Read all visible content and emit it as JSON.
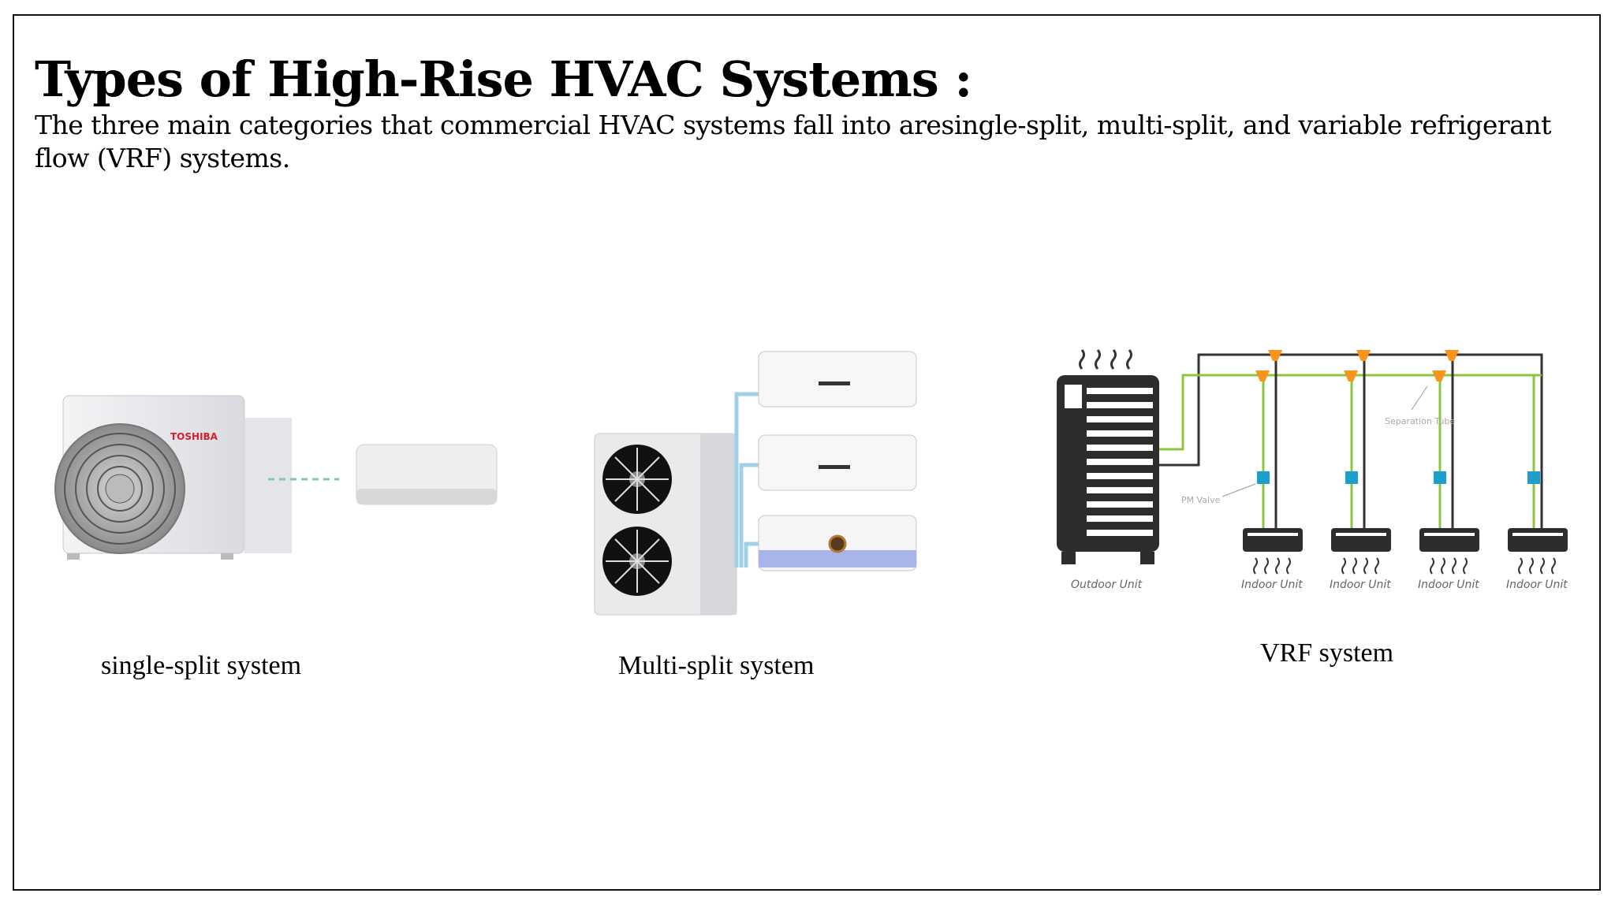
{
  "slide": {
    "title": "Types of High-Rise HVAC Systems :",
    "description": "The three main categories that commercial HVAC systems fall into aresingle-split, multi-split, and variable refrigerant flow (VRF) systems."
  },
  "systems": [
    {
      "caption": "single-split system",
      "brand_label": "TOSHIBA"
    },
    {
      "caption": "Multi-split system"
    },
    {
      "caption": "VRF system",
      "diagram_labels": {
        "outdoor_unit": "Outdoor Unit",
        "indoor_unit": "Indoor Unit",
        "separation_tube": "Separation Tube",
        "pm_valve": "PM Valve"
      }
    }
  ],
  "colors": {
    "pipe_green": "#8cc63f",
    "pipe_dark": "#333333",
    "fitting_orange": "#f7941d",
    "valve_blue": "#1e9fc9",
    "unit_dark": "#2d2d2d"
  }
}
